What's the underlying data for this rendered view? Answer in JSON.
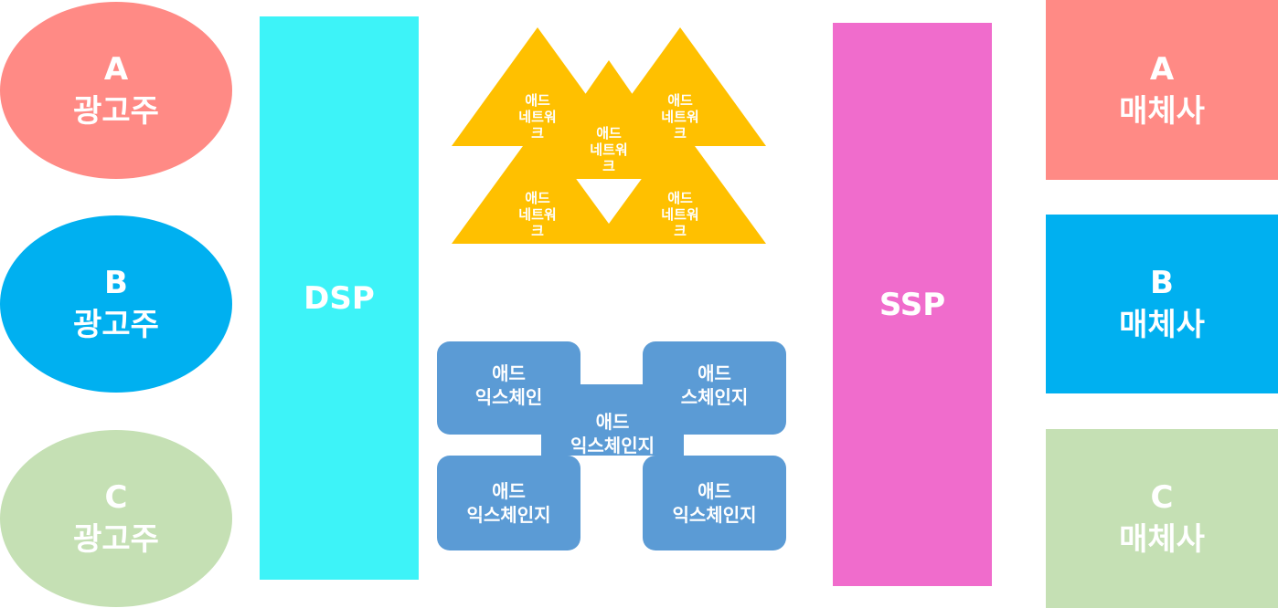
{
  "colors": {
    "a": "#ff8a85",
    "b": "#00b0f0",
    "c": "#c5e0b4",
    "dsp": "#3df3f8",
    "ssp": "#f06ccc",
    "triangle": "#ffc000",
    "exchange": "#5b9bd5"
  },
  "advertisers": [
    {
      "letter": "A",
      "label": "광고주"
    },
    {
      "letter": "B",
      "label": "광고주"
    },
    {
      "letter": "C",
      "label": "광고주"
    }
  ],
  "publishers": [
    {
      "letter": "A",
      "label": "매체사"
    },
    {
      "letter": "B",
      "label": "매체사"
    },
    {
      "letter": "C",
      "label": "매체사"
    }
  ],
  "dsp": {
    "label": "DSP"
  },
  "ssp": {
    "label": "SSP"
  },
  "ad_networks": [
    {
      "line1": "애드",
      "line2": "네트워",
      "line3": "크"
    },
    {
      "line1": "애드",
      "line2": "네트워",
      "line3": "크"
    },
    {
      "line1": "애드",
      "line2": "네트워",
      "line3": "크"
    },
    {
      "line1": "애드",
      "line2": "네트워",
      "line3": "크"
    },
    {
      "line1": "애드",
      "line2": "네트워",
      "line3": "크"
    }
  ],
  "ad_exchanges": [
    {
      "line1": "애드",
      "line2": "익스체인"
    },
    {
      "line1": "애드",
      "line2": "스체인지"
    },
    {
      "line1": "애드",
      "line2": "익스체인지"
    },
    {
      "line1": "애드",
      "line2": "익스체인지"
    },
    {
      "line1": "애드",
      "line2": "익스체인지"
    }
  ]
}
